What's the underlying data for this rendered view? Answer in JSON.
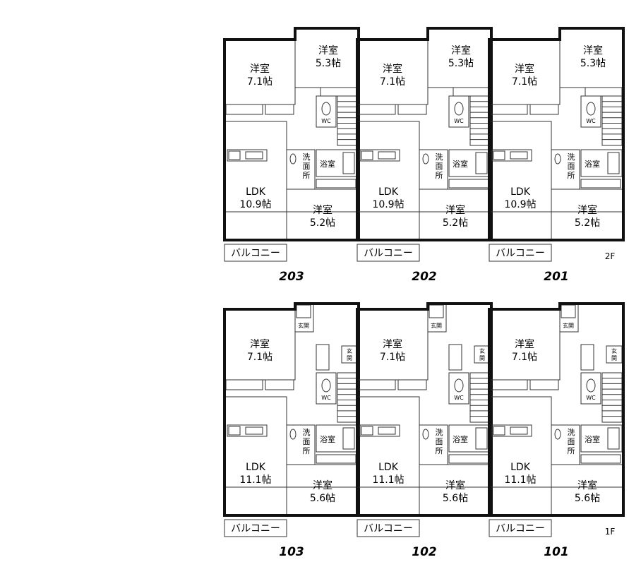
{
  "colors": {
    "room": "#fbeacb",
    "wet": "#d8e4f0",
    "closet": "#f7c6d3",
    "wall": "#111111",
    "stairs": "#ffffff"
  },
  "floors": [
    {
      "floor_label": "2F",
      "units": [
        {
          "number": "203",
          "room_a": [
            "洋室",
            "7.1帖"
          ],
          "room_b": [
            "洋室",
            "5.3帖"
          ],
          "ldk": [
            "LDK",
            "10.9帖"
          ],
          "room_c": [
            "洋室",
            "5.2帖"
          ],
          "wc": "WC",
          "senmen": [
            "洗",
            "面",
            "所"
          ],
          "bath": "浴室",
          "balcony": "バルコニー"
        },
        {
          "number": "202",
          "room_a": [
            "洋室",
            "7.1帖"
          ],
          "room_b": [
            "洋室",
            "5.3帖"
          ],
          "ldk": [
            "LDK",
            "10.9帖"
          ],
          "room_c": [
            "洋室",
            "5.2帖"
          ],
          "wc": "WC",
          "senmen": [
            "洗",
            "面",
            "所"
          ],
          "bath": "浴室",
          "balcony": "バルコニー"
        },
        {
          "number": "201",
          "room_a": [
            "洋室",
            "7.1帖"
          ],
          "room_b": [
            "洋室",
            "5.3帖"
          ],
          "ldk": [
            "LDK",
            "10.9帖"
          ],
          "room_c": [
            "洋室",
            "5.2帖"
          ],
          "wc": "WC",
          "senmen": [
            "洗",
            "面",
            "所"
          ],
          "bath": "浴室",
          "balcony": "バルコニー"
        }
      ]
    },
    {
      "floor_label": "1F",
      "units": [
        {
          "number": "103",
          "room_a": [
            "洋室",
            "7.1帖"
          ],
          "ldk": [
            "LDK",
            "11.1帖"
          ],
          "room_c": [
            "洋室",
            "5.6帖"
          ],
          "genkan": "玄関",
          "genkan2": [
            "玄",
            "関"
          ],
          "wc": "WC",
          "senmen": [
            "洗",
            "面",
            "所"
          ],
          "bath": "浴室",
          "balcony": "バルコニー"
        },
        {
          "number": "102",
          "room_a": [
            "洋室",
            "7.1帖"
          ],
          "ldk": [
            "LDK",
            "11.1帖"
          ],
          "room_c": [
            "洋室",
            "5.6帖"
          ],
          "genkan": "玄関",
          "genkan2": [
            "玄",
            "関"
          ],
          "wc": "WC",
          "senmen": [
            "洗",
            "面",
            "所"
          ],
          "bath": "浴室",
          "balcony": "バルコニー"
        },
        {
          "number": "101",
          "room_a": [
            "洋室",
            "7.1帖"
          ],
          "ldk": [
            "LDK",
            "11.1帖"
          ],
          "room_c": [
            "洋室",
            "5.6帖"
          ],
          "genkan": "玄関",
          "genkan2": [
            "玄",
            "関"
          ],
          "wc": "WC",
          "senmen": [
            "洗",
            "面",
            "所"
          ],
          "bath": "浴室",
          "balcony": "バルコニー"
        }
      ]
    }
  ]
}
